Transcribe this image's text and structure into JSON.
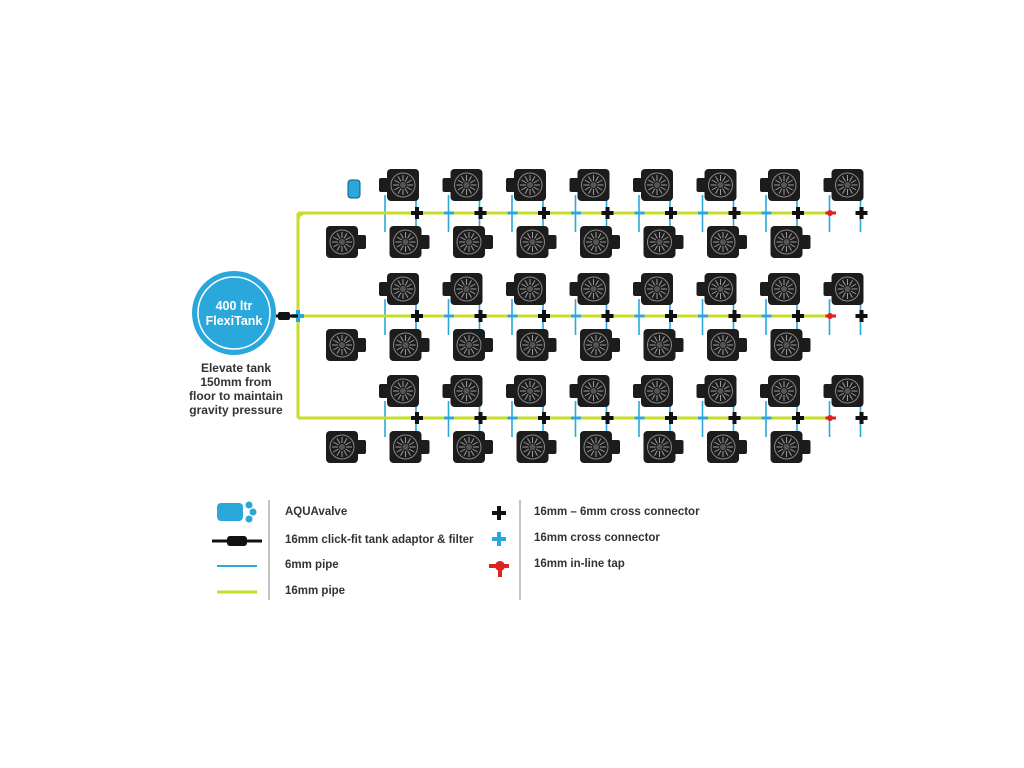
{
  "tank": {
    "line1": "400 ltr",
    "line2": "FlexiTank"
  },
  "note": {
    "lines": [
      "Elevate tank",
      "150mm from",
      "floor to maintain",
      "gravity pressure"
    ]
  },
  "legend": {
    "left": [
      {
        "label": "AQUAvalve",
        "icon": "aquavalve-icon"
      },
      {
        "label": "16mm click-fit tank adaptor & filter",
        "icon": "tank-adaptor-icon"
      },
      {
        "label": "6mm pipe",
        "icon": "6mm-pipe-icon"
      },
      {
        "label": "16mm pipe",
        "icon": "16mm-pipe-icon"
      }
    ],
    "right": [
      {
        "label": "16mm – 6mm cross connector",
        "icon": "cross-connector-black-icon"
      },
      {
        "label": "16mm cross connector",
        "icon": "cross-connector-blue-icon"
      },
      {
        "label": "16mm in-line tap",
        "icon": "inline-tap-icon"
      }
    ]
  },
  "layout_counts": {
    "pot_rows": 6,
    "pots_per_row": 8,
    "main_lines": 3
  },
  "colors": {
    "pipe16": "#c8dc28",
    "pipe6": "#2aa8dc",
    "tank": "#2aa8dc",
    "connector": "#111111",
    "tap": "#dd2222",
    "pot": "#1c1c1c"
  }
}
